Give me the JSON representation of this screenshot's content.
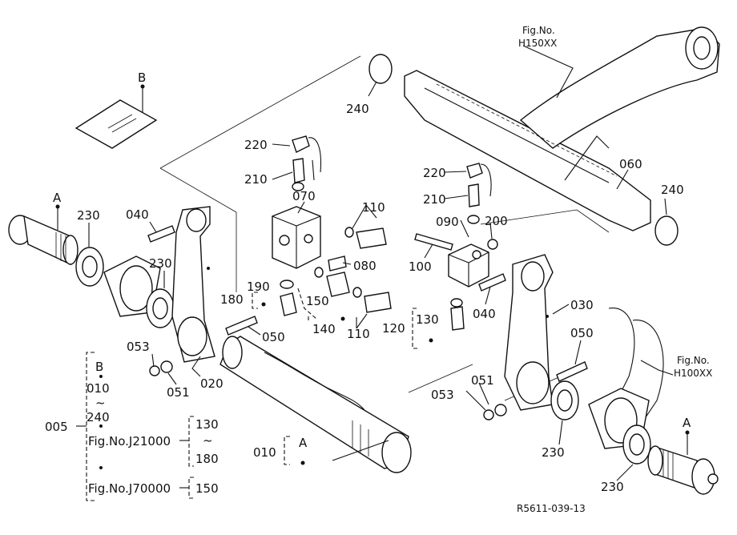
{
  "figure_ref_top": {
    "line1": "Fig.No.",
    "line2": "H150XX"
  },
  "figure_ref_right": {
    "line1": "Fig.No.",
    "line2": "H100XX"
  },
  "drawing_number": "R5611-039-13",
  "parts": {
    "p005": "005",
    "p010": "010",
    "p020": "020",
    "p030": "030",
    "p040a": "040",
    "p040b": "040",
    "p050a": "050",
    "p050b": "050",
    "p051a": "051",
    "p051b": "051",
    "p053a": "053",
    "p053b": "053",
    "p060": "060",
    "p070": "070",
    "p080": "080",
    "p090": "090",
    "p100": "100",
    "p110a": "110",
    "p110b": "110",
    "p120": "120",
    "p130": "130",
    "p140": "140",
    "p150": "150",
    "p180": "180",
    "p190": "190",
    "p200": "200",
    "p210a": "210",
    "p210b": "210",
    "p220a": "220",
    "p220b": "220",
    "p230a": "230",
    "p230b": "230",
    "p230c": "230",
    "p230d": "230",
    "p240a": "240",
    "p240b": "240"
  },
  "refs": {
    "a_left": "A",
    "a_right": "A",
    "a_010": "A",
    "b_top": "B"
  },
  "legend": {
    "b": "B",
    "range1_from": "010",
    "tilde1": "~",
    "range1_to": "240",
    "fig_j21000": "Fig.No.J21000",
    "range2_from": "130",
    "tilde2": "~",
    "range2_to": "180",
    "fig_j70000": "Fig.No.J70000",
    "range3": "150"
  }
}
